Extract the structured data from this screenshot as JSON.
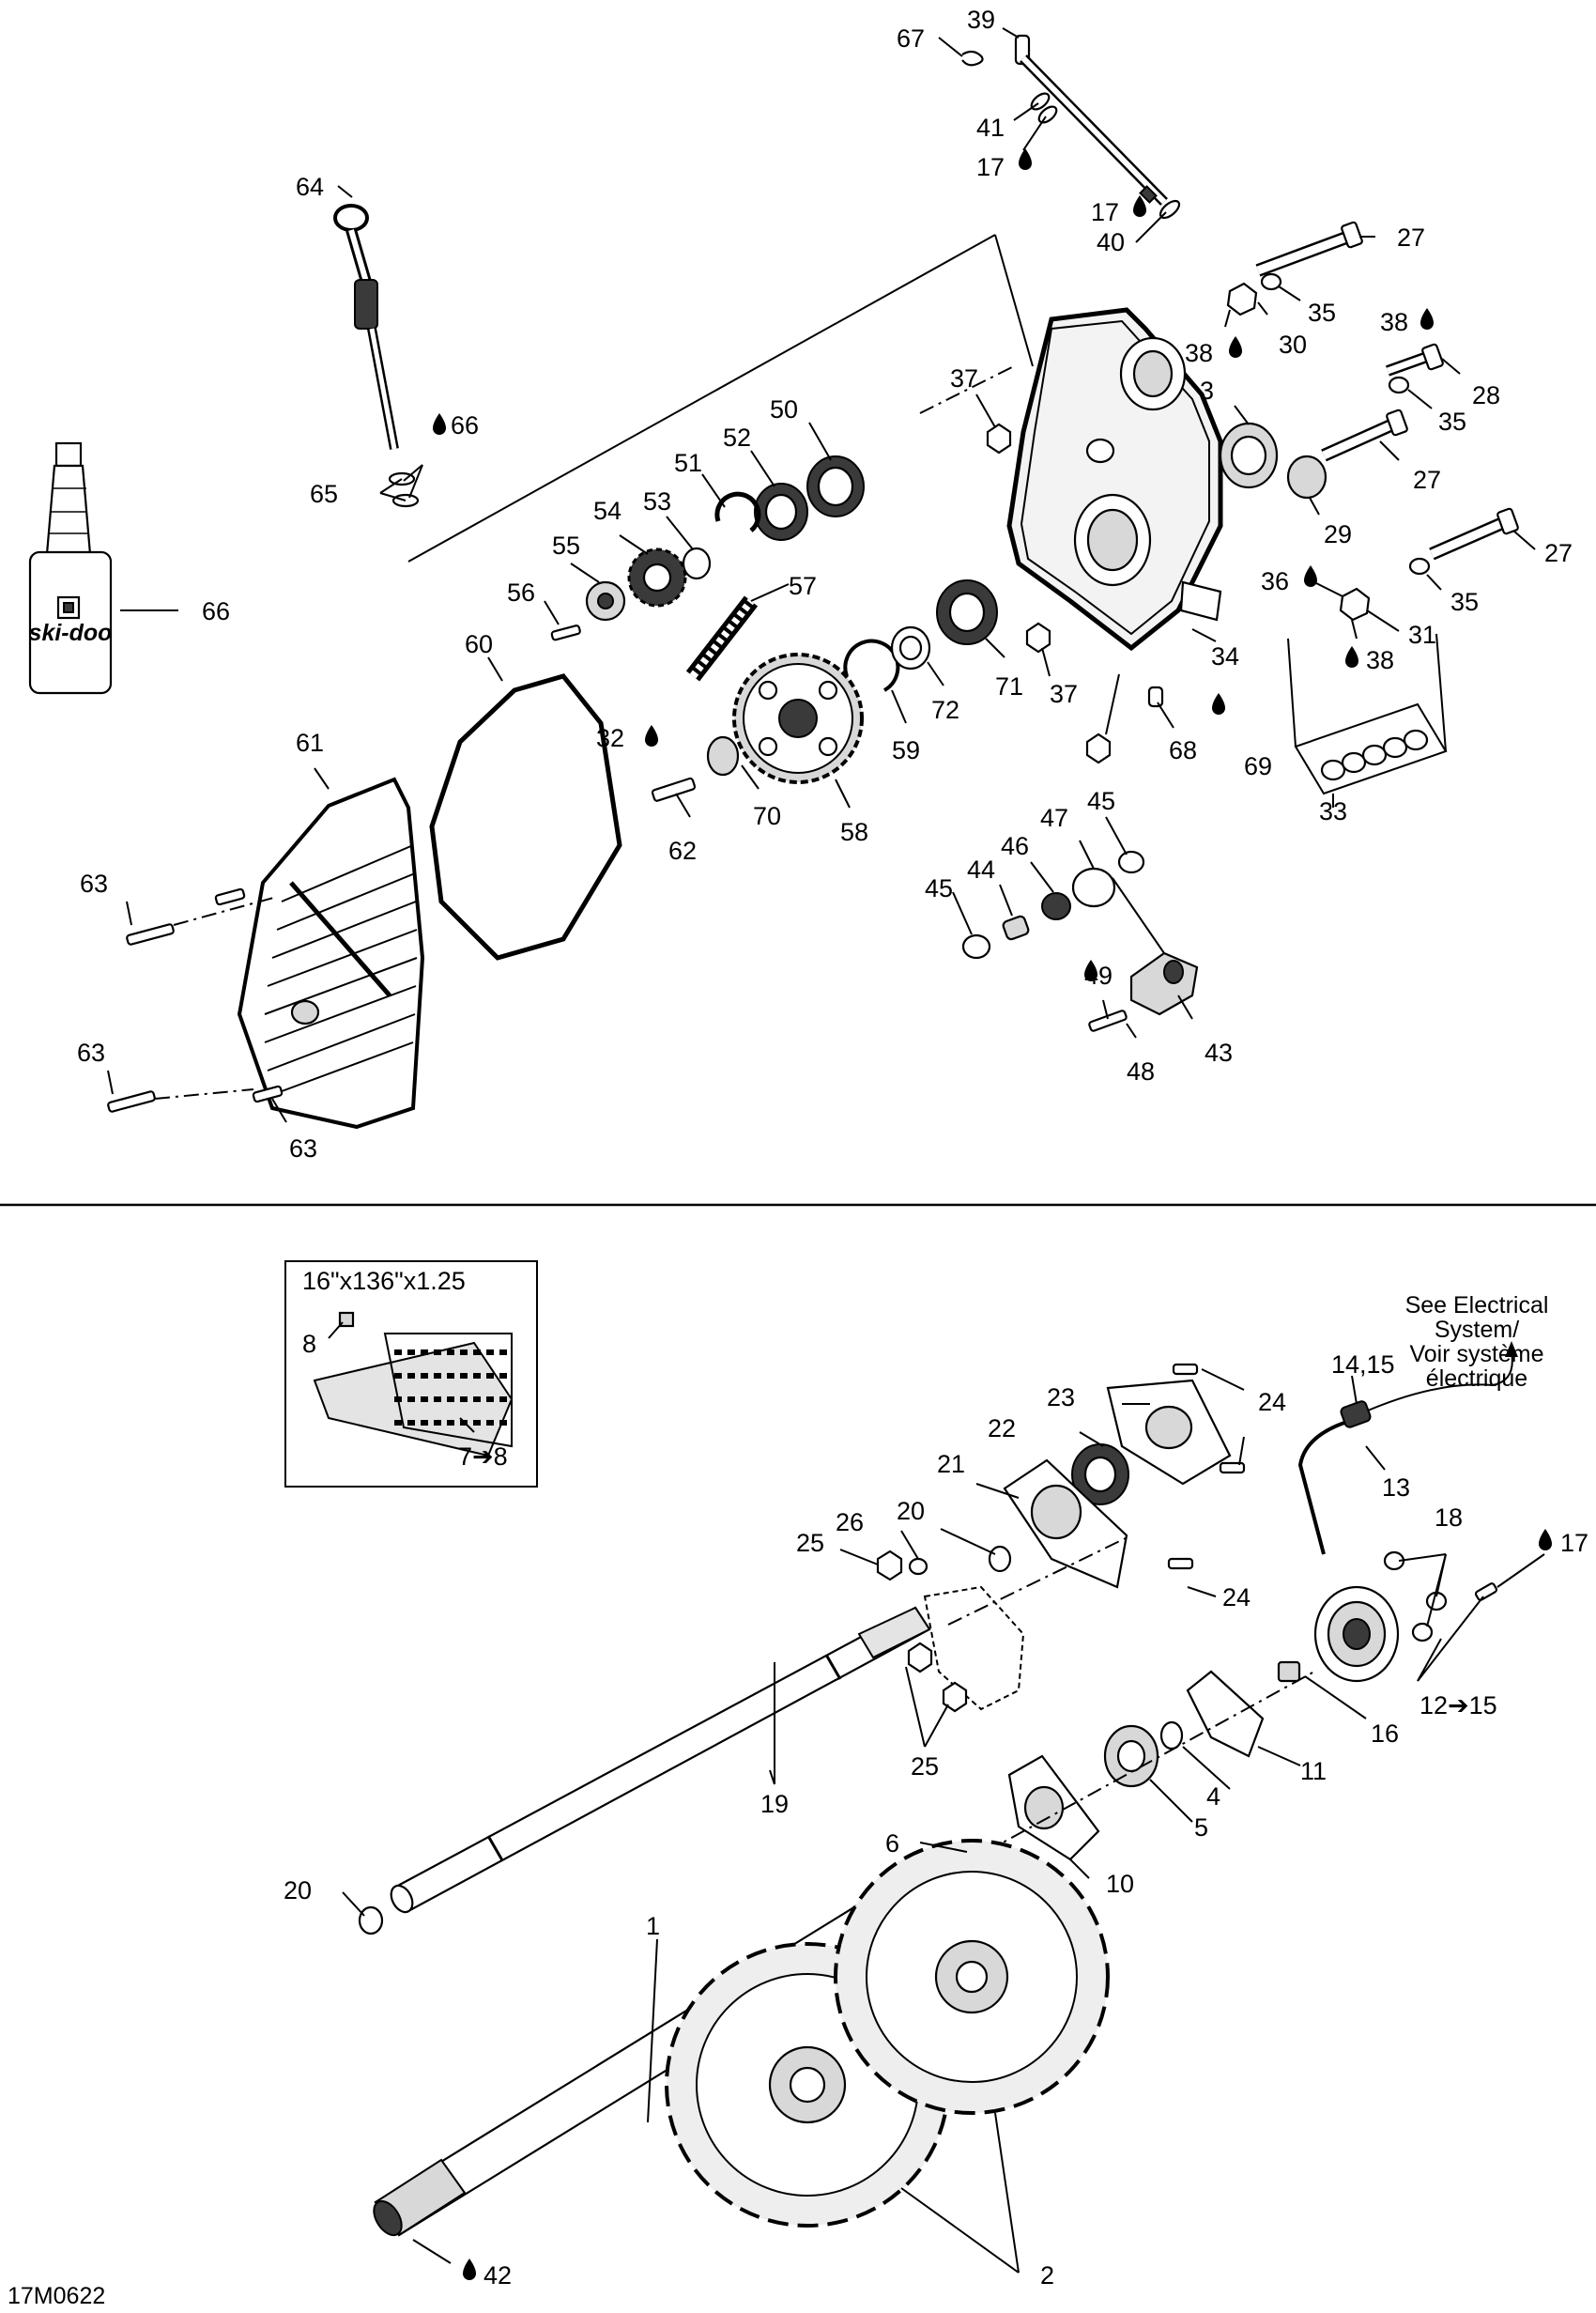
{
  "diagram_code": "17M0622",
  "track_spec": "16\"x136\"x1.25",
  "electrical_note": {
    "line1": "See Electrical",
    "line2": "System/",
    "line3": "Voir système",
    "line4": "électrique"
  },
  "callouts": {
    "p39": "39",
    "p67": "67",
    "p41": "41",
    "p17a": "17",
    "p17b": "17",
    "p40": "40",
    "p64": "64",
    "p66a": "66",
    "p65": "65",
    "p66b": "66",
    "p27a": "27",
    "p35a": "35",
    "p30": "30",
    "p38a": "38",
    "p38b": "38",
    "p28": "28",
    "p3": "3",
    "p35b": "35",
    "p27b": "27",
    "p29": "29",
    "p27c": "27",
    "p36": "36",
    "p35c": "35",
    "p31": "31",
    "p38c": "38",
    "p34": "34",
    "p37a": "37",
    "p37b": "37",
    "p50": "50",
    "p52": "52",
    "p51": "51",
    "p53": "53",
    "p54": "54",
    "p55": "55",
    "p56": "56",
    "p57": "57",
    "p60": "60",
    "p61": "61",
    "p32": "32",
    "p62": "62",
    "p70": "70",
    "p58": "58",
    "p59": "59",
    "p72": "72",
    "p71": "71",
    "p68": "68",
    "p69": "69",
    "p33": "33",
    "p47": "47",
    "p45a": "45",
    "p46": "46",
    "p44": "44",
    "p45b": "45",
    "p49": "49",
    "p48": "48",
    "p43": "43",
    "p63a": "63",
    "p63b": "63",
    "p63c": "63",
    "p8": "8",
    "p7to8": "7➔8",
    "p23": "23",
    "p24a": "24",
    "p22": "22",
    "p14_15": "14,15",
    "p13": "13",
    "p21": "21",
    "p20a": "20",
    "p26": "26",
    "p25a": "25",
    "p18": "18",
    "p17c": "17",
    "p24b": "24",
    "p12to15": "12➔15",
    "p16": "16",
    "p11": "11",
    "p4": "4",
    "p5": "5",
    "p25b": "25",
    "p19": "19",
    "p6": "6",
    "p10": "10",
    "p20b": "20",
    "p1": "1",
    "p2": "2",
    "p42": "42"
  },
  "bottle_label": "ski-doo",
  "colors": {
    "ink": "#000000",
    "paper": "#ffffff",
    "shade": "#d8d8d8"
  }
}
